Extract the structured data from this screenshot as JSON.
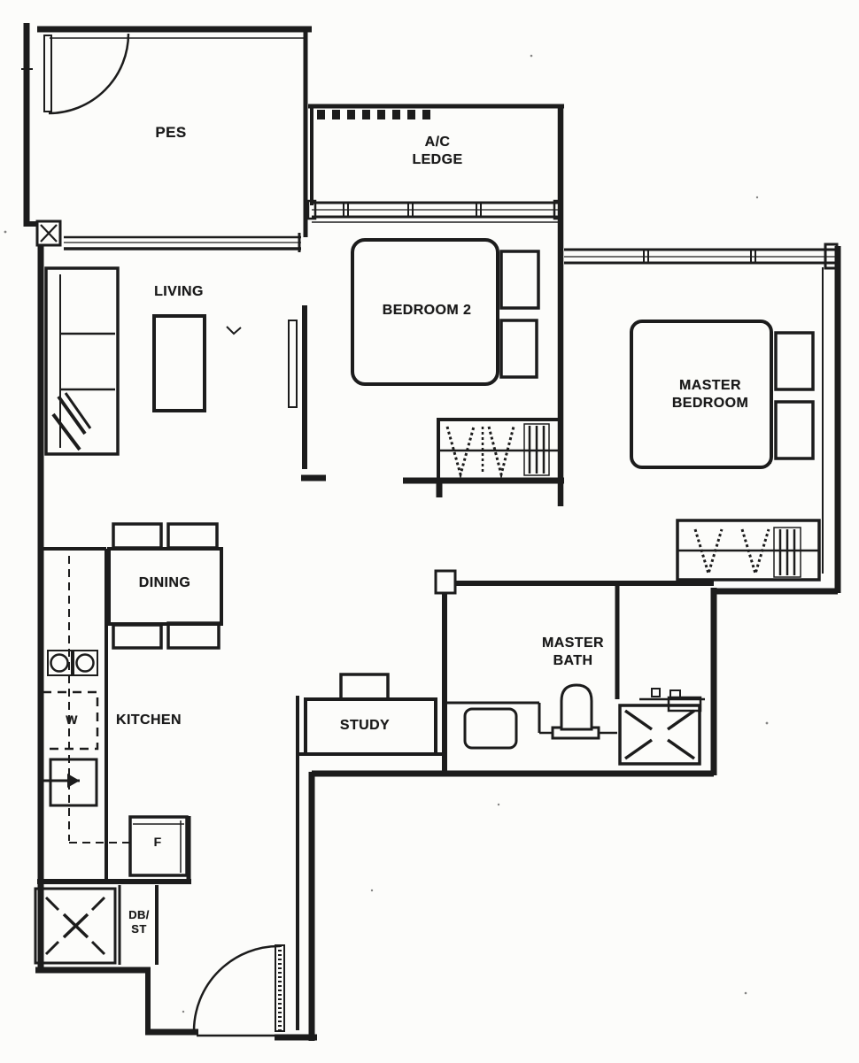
{
  "document": {
    "type": "apartment-floor-plan-scan",
    "background_color": "#fcfcfa",
    "ink_color": "#1c1c1c"
  },
  "rooms": {
    "pes": {
      "label": "PES"
    },
    "ac_ledge": {
      "line1": "A/C",
      "line2": "LEDGE"
    },
    "living": {
      "label": "LIVING"
    },
    "bedroom2": {
      "label": "BEDROOM 2"
    },
    "master_bedroom": {
      "line1": "MASTER",
      "line2": "BEDROOM"
    },
    "dining": {
      "label": "DINING"
    },
    "kitchen": {
      "label": "KITCHEN"
    },
    "study": {
      "label": "STUDY"
    },
    "master_bath": {
      "line1": "MASTER",
      "line2": "BATH"
    },
    "db_st": {
      "line1": "DB/",
      "line2": "ST"
    }
  },
  "appliances": {
    "washer": {
      "label": "W"
    },
    "fridge": {
      "label": "F"
    }
  }
}
